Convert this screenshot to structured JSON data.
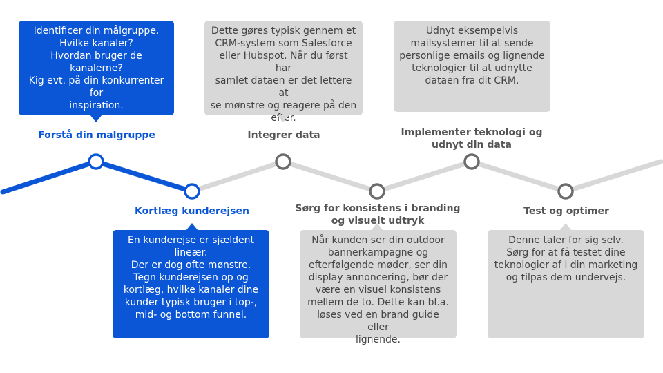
{
  "colors": {
    "accent": "#0a56d6",
    "inactive": "#d8d8d8",
    "node_stroke": "#6b6b6b"
  },
  "steps": [
    {
      "label": "Forstå din malgruppe",
      "text": "Identificer din målgruppe.\nHvilke kanaler?\nHvordan bruger de\nkanalerne?\nKig evt. på din konkurrenter for\ninspiration."
    },
    {
      "label": "Kortlæg kunderejsen",
      "text": "En kunderejse er sjældent\nlineær.\nDer er dog ofte mønstre.\nTegn kunderejsen op og\nkortlæg, hvilke kanaler dine\nkunder typisk bruger i top-,\nmid- og bottom funnel."
    },
    {
      "label": "Integrer data",
      "text": "Dette gøres typisk gennem et\nCRM-system som Salesforce\neller Hubspot. Når du først har\nsamlet dataen er det lettere at\nse mønstre og reagere på den\nefter."
    },
    {
      "label": "Sørg for konsistens i branding\nog visuelt udtryk",
      "text": "Når kunden ser din outdoor\nbannerkampagne og\nefterfølgende møder, ser din\ndisplay annoncering, bør der\nvære en visuel konsistens\nmellem de to. Dette kan bl.a.\nløses ved en brand guide eller\nlignende."
    },
    {
      "label": "Implementer teknologi og\nudnyt din data",
      "text": "Udnyt eksempelvis\nmailsystemer til at sende\npersonlige emails og lignende\nteknologier til at udnytte\ndataen fra dit CRM."
    },
    {
      "label": "Test og optimer",
      "text": "Denne taler for sig selv.\nSørg for at få testet dine\nteknologier af i din marketing\nog tilpas dem undervejs."
    }
  ]
}
